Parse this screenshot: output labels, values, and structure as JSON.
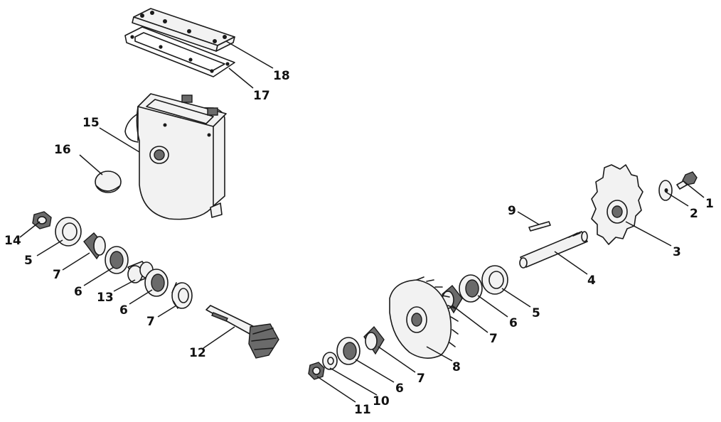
{
  "callouts": [
    {
      "id": "c1",
      "label": "1"
    },
    {
      "id": "c2",
      "label": "2"
    },
    {
      "id": "c3",
      "label": "3"
    },
    {
      "id": "c4",
      "label": "4"
    },
    {
      "id": "c5a",
      "label": "5"
    },
    {
      "id": "c5b",
      "label": "5"
    },
    {
      "id": "c6a",
      "label": "6"
    },
    {
      "id": "c6b",
      "label": "6"
    },
    {
      "id": "c6c",
      "label": "6"
    },
    {
      "id": "c6d",
      "label": "6"
    },
    {
      "id": "c7a",
      "label": "7"
    },
    {
      "id": "c7b",
      "label": "7"
    },
    {
      "id": "c7c",
      "label": "7"
    },
    {
      "id": "c7d",
      "label": "7"
    },
    {
      "id": "c8",
      "label": "8"
    },
    {
      "id": "c9",
      "label": "9"
    },
    {
      "id": "c10",
      "label": "10"
    },
    {
      "id": "c11",
      "label": "11"
    },
    {
      "id": "c12",
      "label": "12"
    },
    {
      "id": "c13",
      "label": "13"
    },
    {
      "id": "c14",
      "label": "14"
    },
    {
      "id": "c15",
      "label": "15"
    },
    {
      "id": "c16",
      "label": "16"
    },
    {
      "id": "c17",
      "label": "17"
    },
    {
      "id": "c18",
      "label": "18"
    }
  ]
}
